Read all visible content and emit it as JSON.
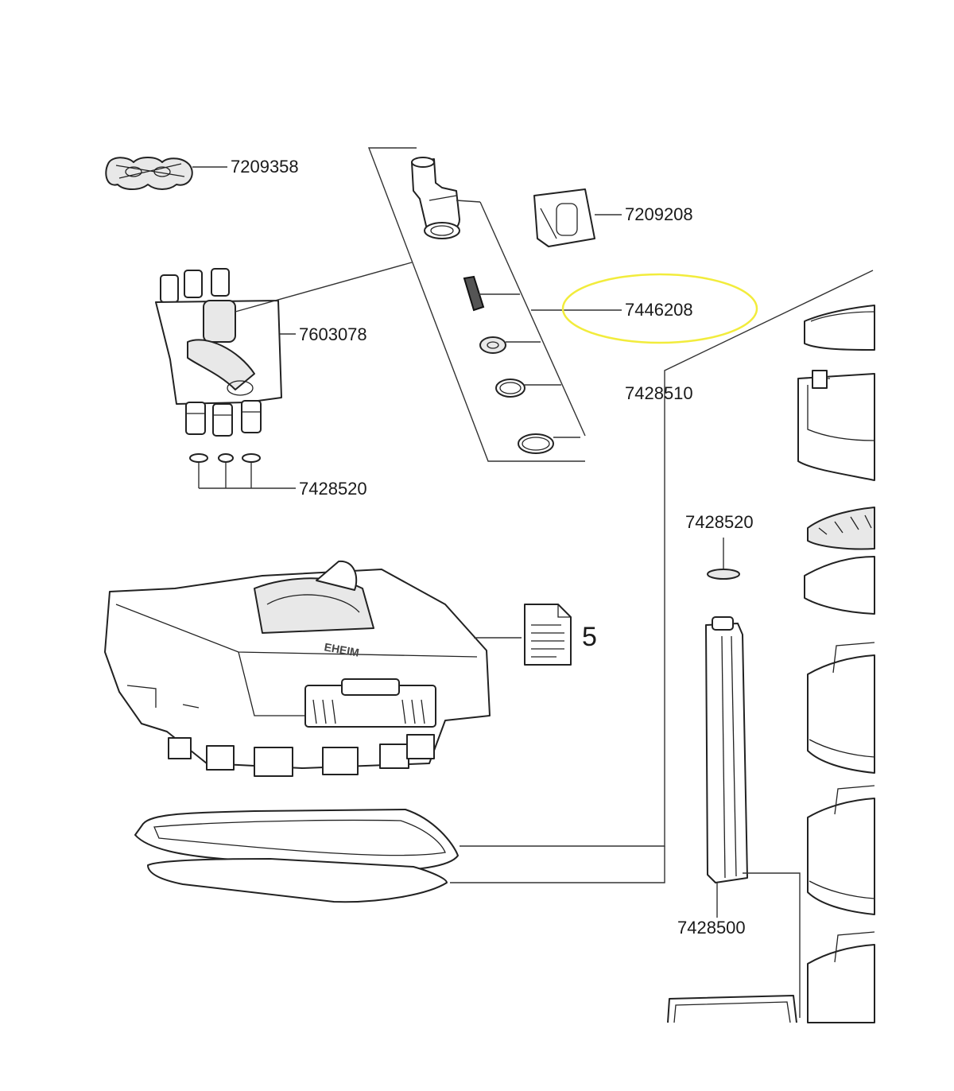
{
  "labels": {
    "hose_clip": "7209358",
    "clip": "7209208",
    "valve_kit": "7446208",
    "adapter_block": "7603078",
    "o_rings_adapter": "7428520",
    "tube_seal_set": "7428510",
    "o_ring_tube": "7428520",
    "intake_tube": "7428500",
    "document_ref": "5"
  },
  "highlight_color": "#f2ec3c"
}
